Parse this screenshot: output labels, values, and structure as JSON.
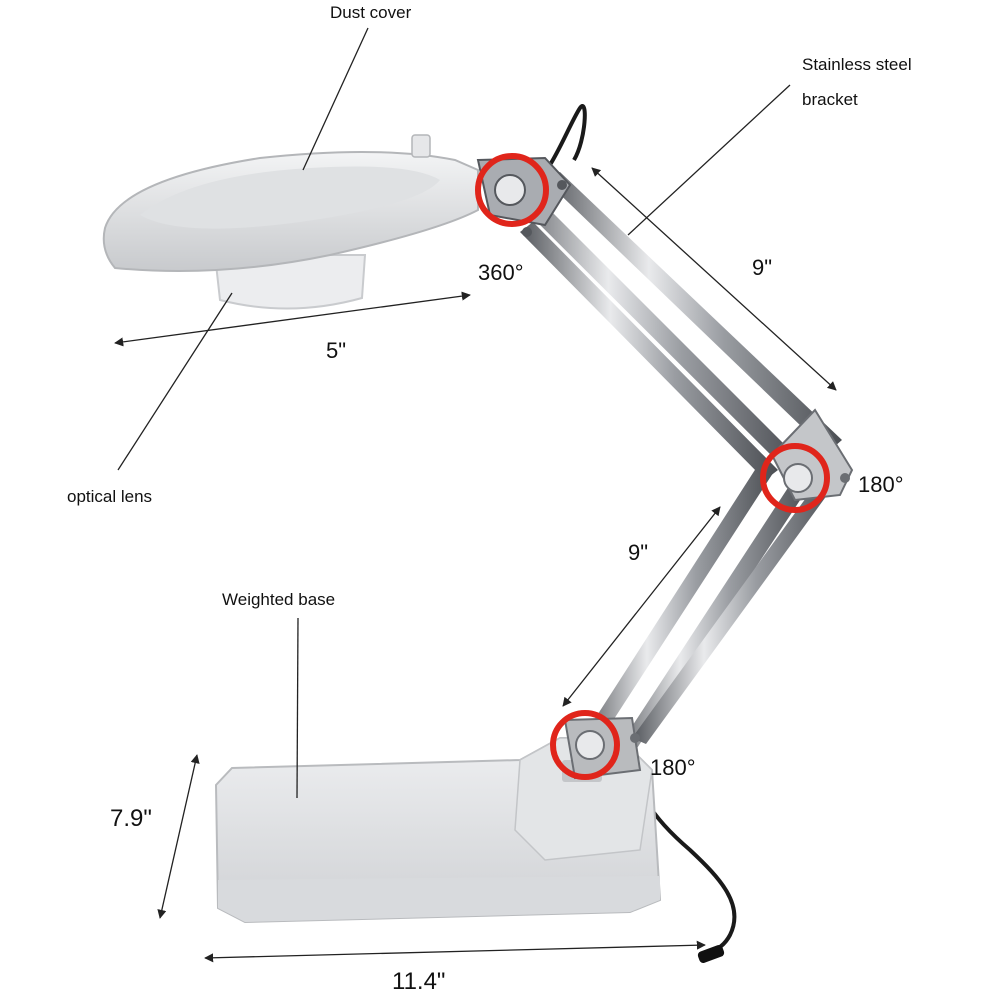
{
  "labels": {
    "dust_cover": "Dust cover",
    "stainless_line1": "Stainless steel",
    "stainless_line2": "bracket",
    "optical_lens": "optical lens",
    "weighted_base": "Weighted base"
  },
  "dimensions": {
    "lens_width": "5\"",
    "upper_arm": "9\"",
    "lower_arm": "9\"",
    "base_depth": "7.9\"",
    "base_width": "11.4\""
  },
  "rotations": {
    "head": "360°",
    "elbow": "180°",
    "base": "180°"
  },
  "colors": {
    "plastic": "#e6e7e9",
    "plastic_shade": "#c9cbce",
    "steel": "#a9acb1",
    "steel_dark": "#5e6166",
    "highlight_ring": "#e0251b",
    "cable": "#1a1a1a",
    "leader": "#222222"
  }
}
